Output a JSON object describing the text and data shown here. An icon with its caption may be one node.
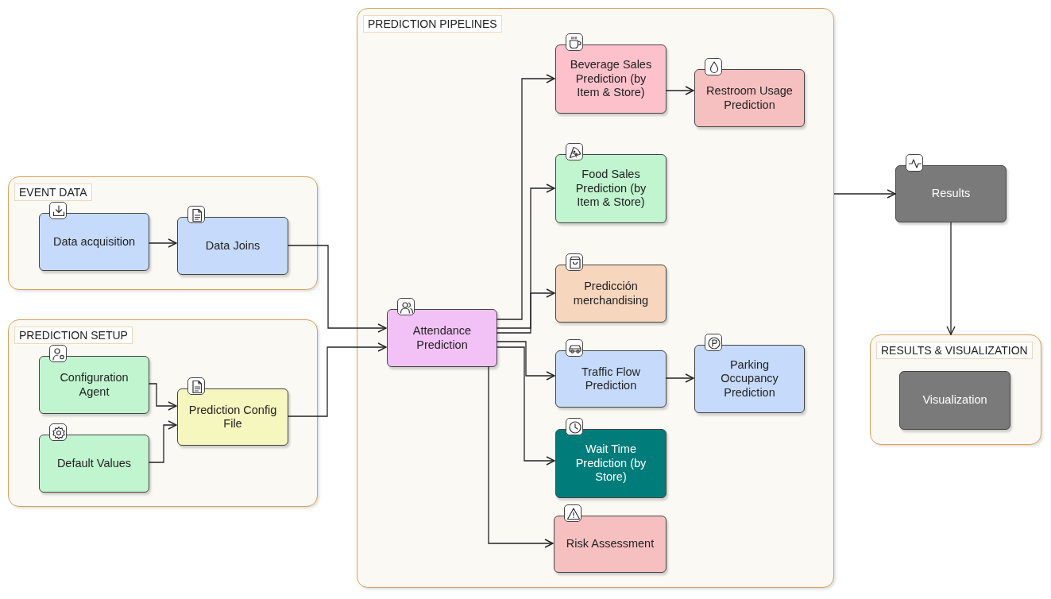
{
  "diagram": {
    "nodes": [
      {
        "text": [
          "EVENT DATA"
        ]
      },
      {
        "text": [
          "Data acquisition"
        ],
        "in": 0
      },
      {
        "text": [
          "Data Joins"
        ],
        "in": 0
      },
      {
        "text": [
          "PREDICTION SETUP"
        ]
      },
      {
        "text": [
          "Configuration Agent"
        ],
        "in": 3
      },
      {
        "text": [
          "Default Values"
        ],
        "in": 3
      },
      {
        "text": [
          "Prediction Config File"
        ],
        "in": 3
      },
      {
        "text": [
          "PREDICTION PIPELINES"
        ]
      },
      {
        "text": [
          "Attendance Prediction"
        ],
        "in": 7
      },
      {
        "text": [
          "Beverage Sales Prediction (by Item & Store)"
        ],
        "in": 7
      },
      {
        "text": [
          "Restroom Usage Prediction"
        ],
        "in": 7
      },
      {
        "text": [
          "Food Sales Prediction (by Item & Store)"
        ],
        "in": 7
      },
      {
        "text": [
          "Predicción merchandising"
        ],
        "in": 7
      },
      {
        "text": [
          "Traffic Flow Prediction"
        ],
        "in": 7
      },
      {
        "text": [
          "Parking Occupancy Prediction"
        ],
        "in": 7
      },
      {
        "text": [
          "Wait Time Prediction (by Store)"
        ],
        "in": 7
      },
      {
        "text": [
          "Risk Assessment"
        ],
        "in": 7
      },
      {
        "text": [
          "Results"
        ]
      },
      {
        "text": [
          "RESULTS & VISUALIZATION"
        ]
      },
      {
        "text": [
          "Visualization"
        ],
        "in": 18
      }
    ],
    "edges": [
      {
        "from": 1,
        "to": 2,
        "arrow": "to"
      },
      {
        "from": 2,
        "to": 8,
        "arrow": "to"
      },
      {
        "from": 4,
        "to": 6,
        "arrow": "to"
      },
      {
        "from": 5,
        "to": 6,
        "arrow": "to"
      },
      {
        "from": 6,
        "to": 8,
        "arrow": "to"
      },
      {
        "from": 8,
        "to": 9,
        "arrow": "to"
      },
      {
        "from": 8,
        "to": 11,
        "arrow": "to"
      },
      {
        "from": 8,
        "to": 12,
        "arrow": "to"
      },
      {
        "from": 8,
        "to": 13,
        "arrow": "to"
      },
      {
        "from": 8,
        "to": 15,
        "arrow": "to"
      },
      {
        "from": 8,
        "to": 16,
        "arrow": "to"
      },
      {
        "from": 9,
        "to": 10,
        "arrow": "to"
      },
      {
        "from": 13,
        "to": 14,
        "arrow": "to"
      },
      {
        "from": 7,
        "to": 17,
        "arrow": "to"
      },
      {
        "from": 17,
        "to": 18,
        "arrow": "to"
      }
    ]
  }
}
